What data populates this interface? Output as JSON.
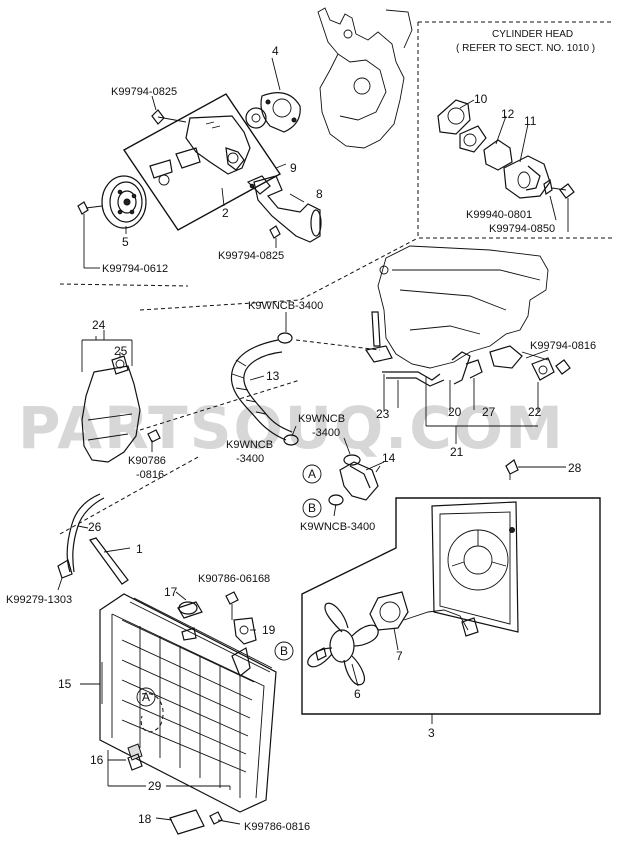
{
  "watermark": "PARTSOUQ.COM",
  "cylinder_head_note": {
    "title": "CYLINDER HEAD",
    "ref": "( REFER TO SECT. NO. 1010 )"
  },
  "part_numbers": {
    "k99794_0825_top": "K99794-0825",
    "k99794_0612": "K99794-0612",
    "k99794_0825_bottom": "K99794-0825",
    "k99940_0801": "K99940-0801",
    "k99794_0850": "K99794-0850",
    "k9wncb_3400_top": "K9WNCB-3400",
    "k99794_0816": "K99794-0816",
    "k9wncb_3400_mid_a": "K9WNCB",
    "k9wncb_3400_mid_b": "-3400",
    "k9wncb_3400_left_a": "K9WNCB",
    "k9wncb_3400_left_b": "-3400",
    "k90786_0816_a": "K90786",
    "k90786_0816_b": "-0816",
    "k9wncb_3400_bottom": "K9WNCB-3400",
    "k99279_1303": "K99279-1303",
    "k90786_06168": "K90786-06168",
    "k99786_0816": "K99786-0816"
  },
  "callouts": {
    "n1": "1",
    "n2": "2",
    "n3": "3",
    "n4": "4",
    "n5": "5",
    "n6": "6",
    "n7": "7",
    "n8": "8",
    "n9": "9",
    "n10": "10",
    "n11": "11",
    "n12": "12",
    "n13": "13",
    "n14": "14",
    "n15": "15",
    "n16": "16",
    "n17": "17",
    "n18": "18",
    "n19": "19",
    "n20": "20",
    "n21": "21",
    "n22": "22",
    "n23": "23",
    "n24": "24",
    "n25": "25",
    "n26": "26",
    "n27": "27",
    "n28": "28",
    "n29": "29"
  },
  "markers": {
    "a": "A",
    "b": "B"
  }
}
